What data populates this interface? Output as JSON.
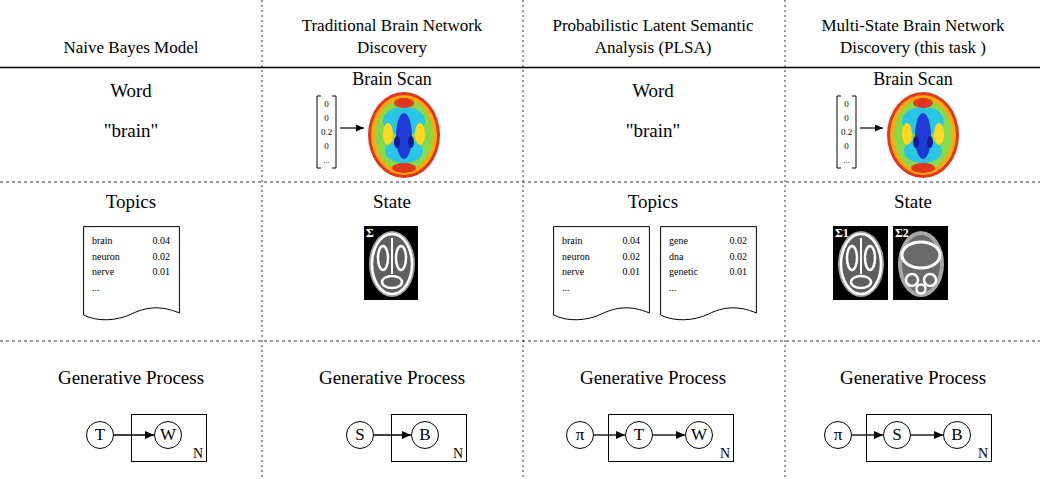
{
  "diagram": {
    "nodes": [
      {
        "text": [
          "brain",
          "0.04",
          "neuron",
          "0.02",
          "nerve",
          "0.01",
          "..."
        ]
      },
      {
        "text": [
          "brain",
          "0.04",
          "neuron",
          "0.02",
          "nerve",
          "0.01",
          "..."
        ]
      },
      {
        "text": [
          "gene",
          "0.02",
          "dna",
          "0.02",
          "genetic",
          "0.01",
          "..."
        ]
      },
      {
        "text": [
          "T"
        ]
      },
      {
        "text": [
          "N"
        ]
      },
      {
        "text": [
          "W"
        ],
        "in": 4
      },
      {
        "text": [
          "S"
        ]
      },
      {
        "text": [
          "N"
        ]
      },
      {
        "text": [
          "B"
        ],
        "in": 7
      },
      {
        "text": [
          "π"
        ]
      },
      {
        "text": [
          "N"
        ]
      },
      {
        "text": [
          "T"
        ],
        "in": 10
      },
      {
        "text": [
          "W"
        ],
        "in": 10
      },
      {
        "text": [
          "π"
        ]
      },
      {
        "text": [
          "N"
        ]
      },
      {
        "text": [
          "S"
        ],
        "in": 14
      },
      {
        "text": [
          "B"
        ],
        "in": 14
      }
    ],
    "edges": [
      {
        "from": 3,
        "to": 5,
        "arrow": "to"
      },
      {
        "from": 6,
        "to": 8,
        "arrow": "to"
      },
      {
        "from": 9,
        "to": 11,
        "arrow": "to"
      },
      {
        "from": 11,
        "to": 12,
        "arrow": "to"
      },
      {
        "from": 13,
        "to": 15,
        "arrow": "to"
      },
      {
        "from": 15,
        "to": 16,
        "arrow": "to"
      }
    ],
    "labels": [
      "Naive Bayes Model",
      "Traditional Brain Network Discovery",
      "Probabilistic Latent Semantic Analysis (PLSA)",
      "Multi-State Brain Network Discovery (this task )",
      "Word",
      "\"brain\"",
      "Brain Scan",
      "0",
      "0",
      "0.2",
      "0",
      "...",
      "Word",
      "\"brain\"",
      "Brain Scan",
      "0",
      "0",
      "0.2",
      "0",
      "...",
      "Topics",
      "State",
      "Σ",
      "Topics",
      "State",
      "Σ1",
      "Σ2",
      "Generative Process",
      "Generative Process",
      "Generative Process",
      "Generative Process"
    ]
  }
}
